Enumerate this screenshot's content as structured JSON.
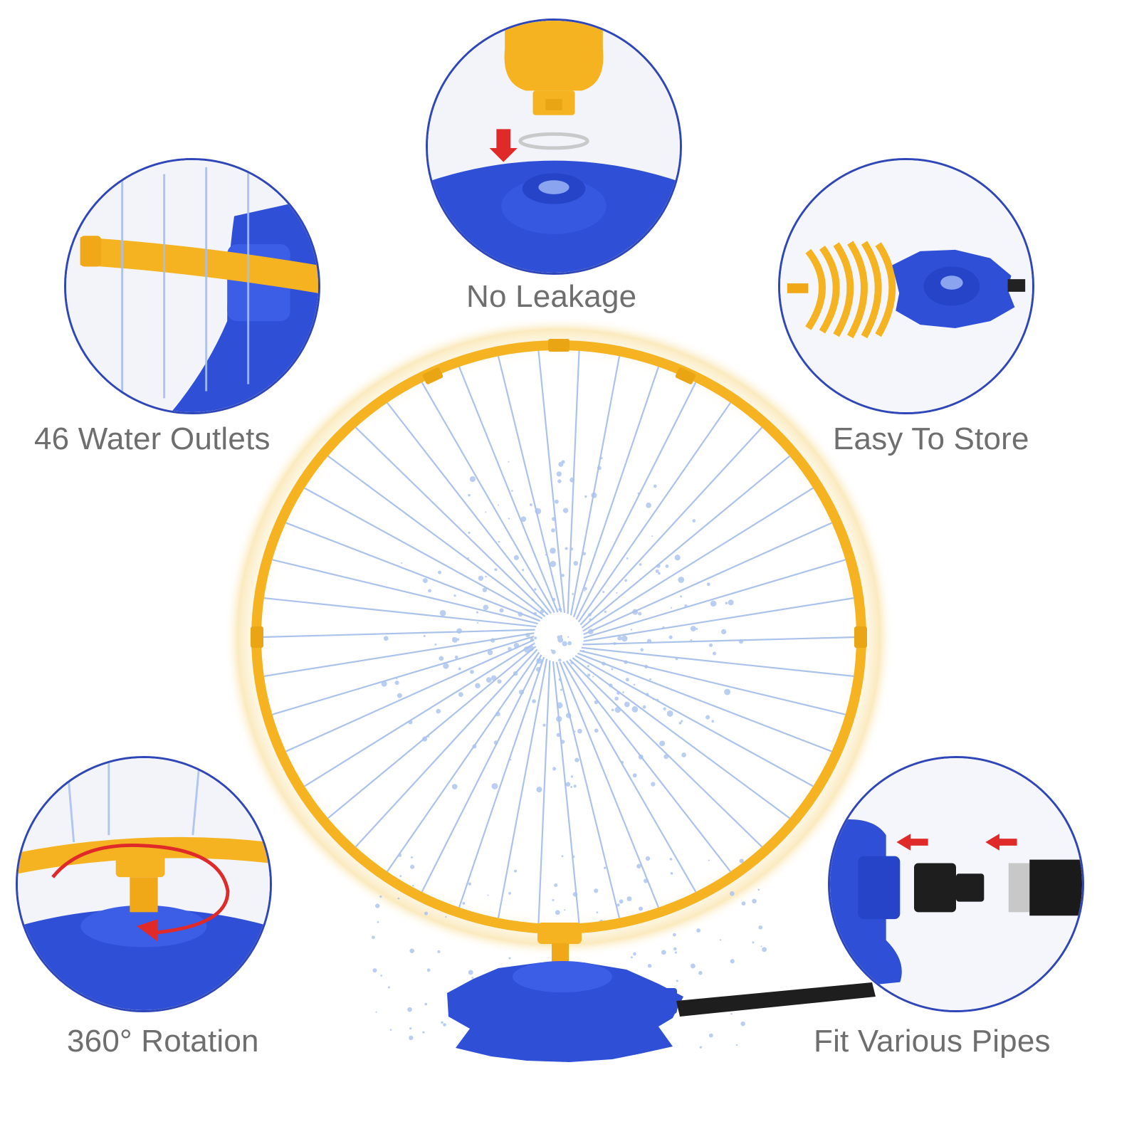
{
  "features": [
    {
      "id": "no-leakage",
      "caption": "No Leakage",
      "icon": "o-ring-seal"
    },
    {
      "id": "water-outlets",
      "caption": "46 Water Outlets",
      "icon": "spray-tube"
    },
    {
      "id": "easy-store",
      "caption": "Easy To Store",
      "icon": "folded-ring"
    },
    {
      "id": "rotation",
      "caption": "360° Rotation",
      "icon": "rotation-arrow"
    },
    {
      "id": "fit-pipes",
      "caption": "Fit Various Pipes",
      "icon": "hose-connector"
    }
  ],
  "colors": {
    "ring": "#f5b321",
    "base": "#2f4fd6",
    "border": "#2f46b8",
    "caption": "#6e6e6e",
    "arrow": "#e02a2a",
    "water": "#9db8e8"
  }
}
